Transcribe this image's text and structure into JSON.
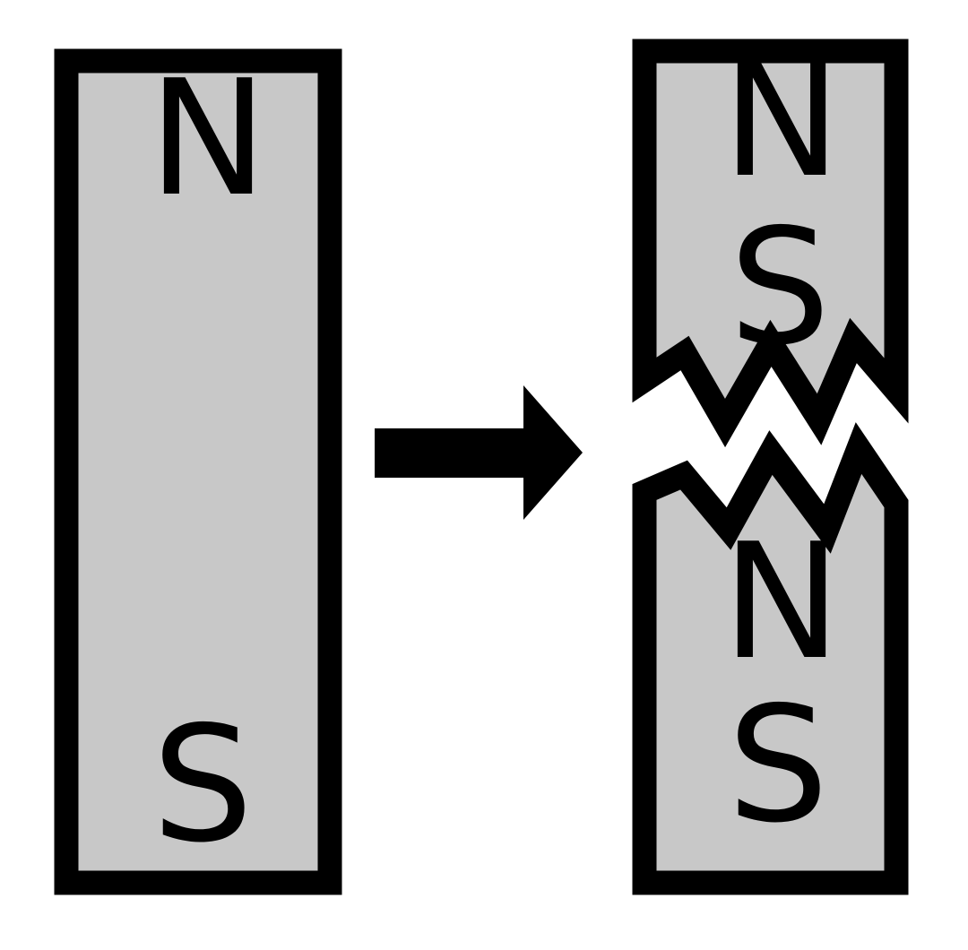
{
  "colors": {
    "background": "#ffffff",
    "magnet_fill": "#c8c8c8",
    "outline": "#000000",
    "arrow": "#000000"
  },
  "whole_magnet": {
    "north_label": "N",
    "south_label": "S"
  },
  "broken_magnet": {
    "top_piece": {
      "north_label": "N",
      "south_label": "S"
    },
    "bottom_piece": {
      "north_label": "N",
      "south_label": "S"
    }
  },
  "arrow": {
    "direction": "right"
  }
}
